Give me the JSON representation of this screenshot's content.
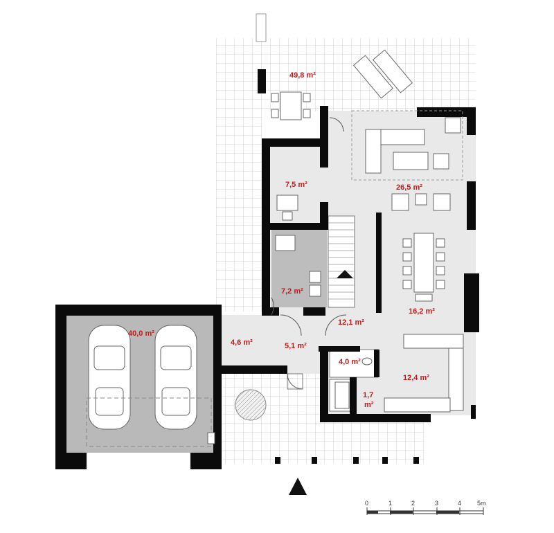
{
  "rooms": [
    {
      "id": "terrace",
      "area": "49,8 m²"
    },
    {
      "id": "living-room",
      "area": "26,5 m²"
    },
    {
      "id": "room-7-5",
      "area": "7,5 m²"
    },
    {
      "id": "utility-room",
      "area": "7,2 m²"
    },
    {
      "id": "garage",
      "area": "40,0 m²"
    },
    {
      "id": "hallway-4-6",
      "area": "4,6 m²"
    },
    {
      "id": "vestibule",
      "area": "5,1 m²"
    },
    {
      "id": "hall",
      "area": "12,1 m²"
    },
    {
      "id": "dining-room",
      "area": "16,2 m²"
    },
    {
      "id": "bathroom",
      "area": "4,0 m²"
    },
    {
      "id": "pantry",
      "area_line1": "1,7",
      "area_line2": "m²"
    },
    {
      "id": "kitchen",
      "area": "12,4 m²"
    }
  ],
  "scale": {
    "ticks": [
      "0",
      "1",
      "2",
      "3",
      "4",
      "5m"
    ],
    "unit": "m"
  },
  "colors": {
    "wall": "#0b0b0b",
    "floor": "#e9e9e9",
    "garage_floor": "#b9b9b9",
    "label": "#c41a1a",
    "grid": "#c9c9c9"
  },
  "icons": {
    "north": "north-arrow-icon"
  }
}
